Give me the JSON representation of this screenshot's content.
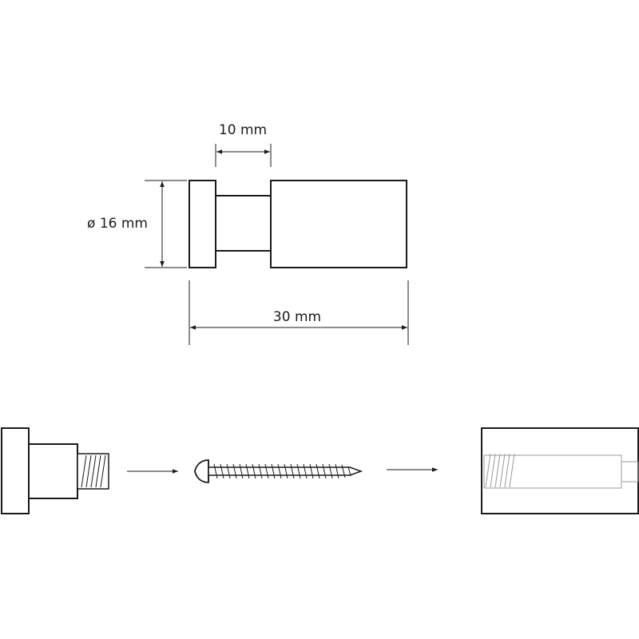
{
  "dimensions": {
    "gap_width": "10 mm",
    "diameter": "ø 16 mm",
    "total_length": "30 mm"
  },
  "assembly_steps": [
    {
      "part": "hook-base-with-threaded-stud"
    },
    {
      "part": "screw"
    },
    {
      "part": "hook-cap"
    }
  ]
}
